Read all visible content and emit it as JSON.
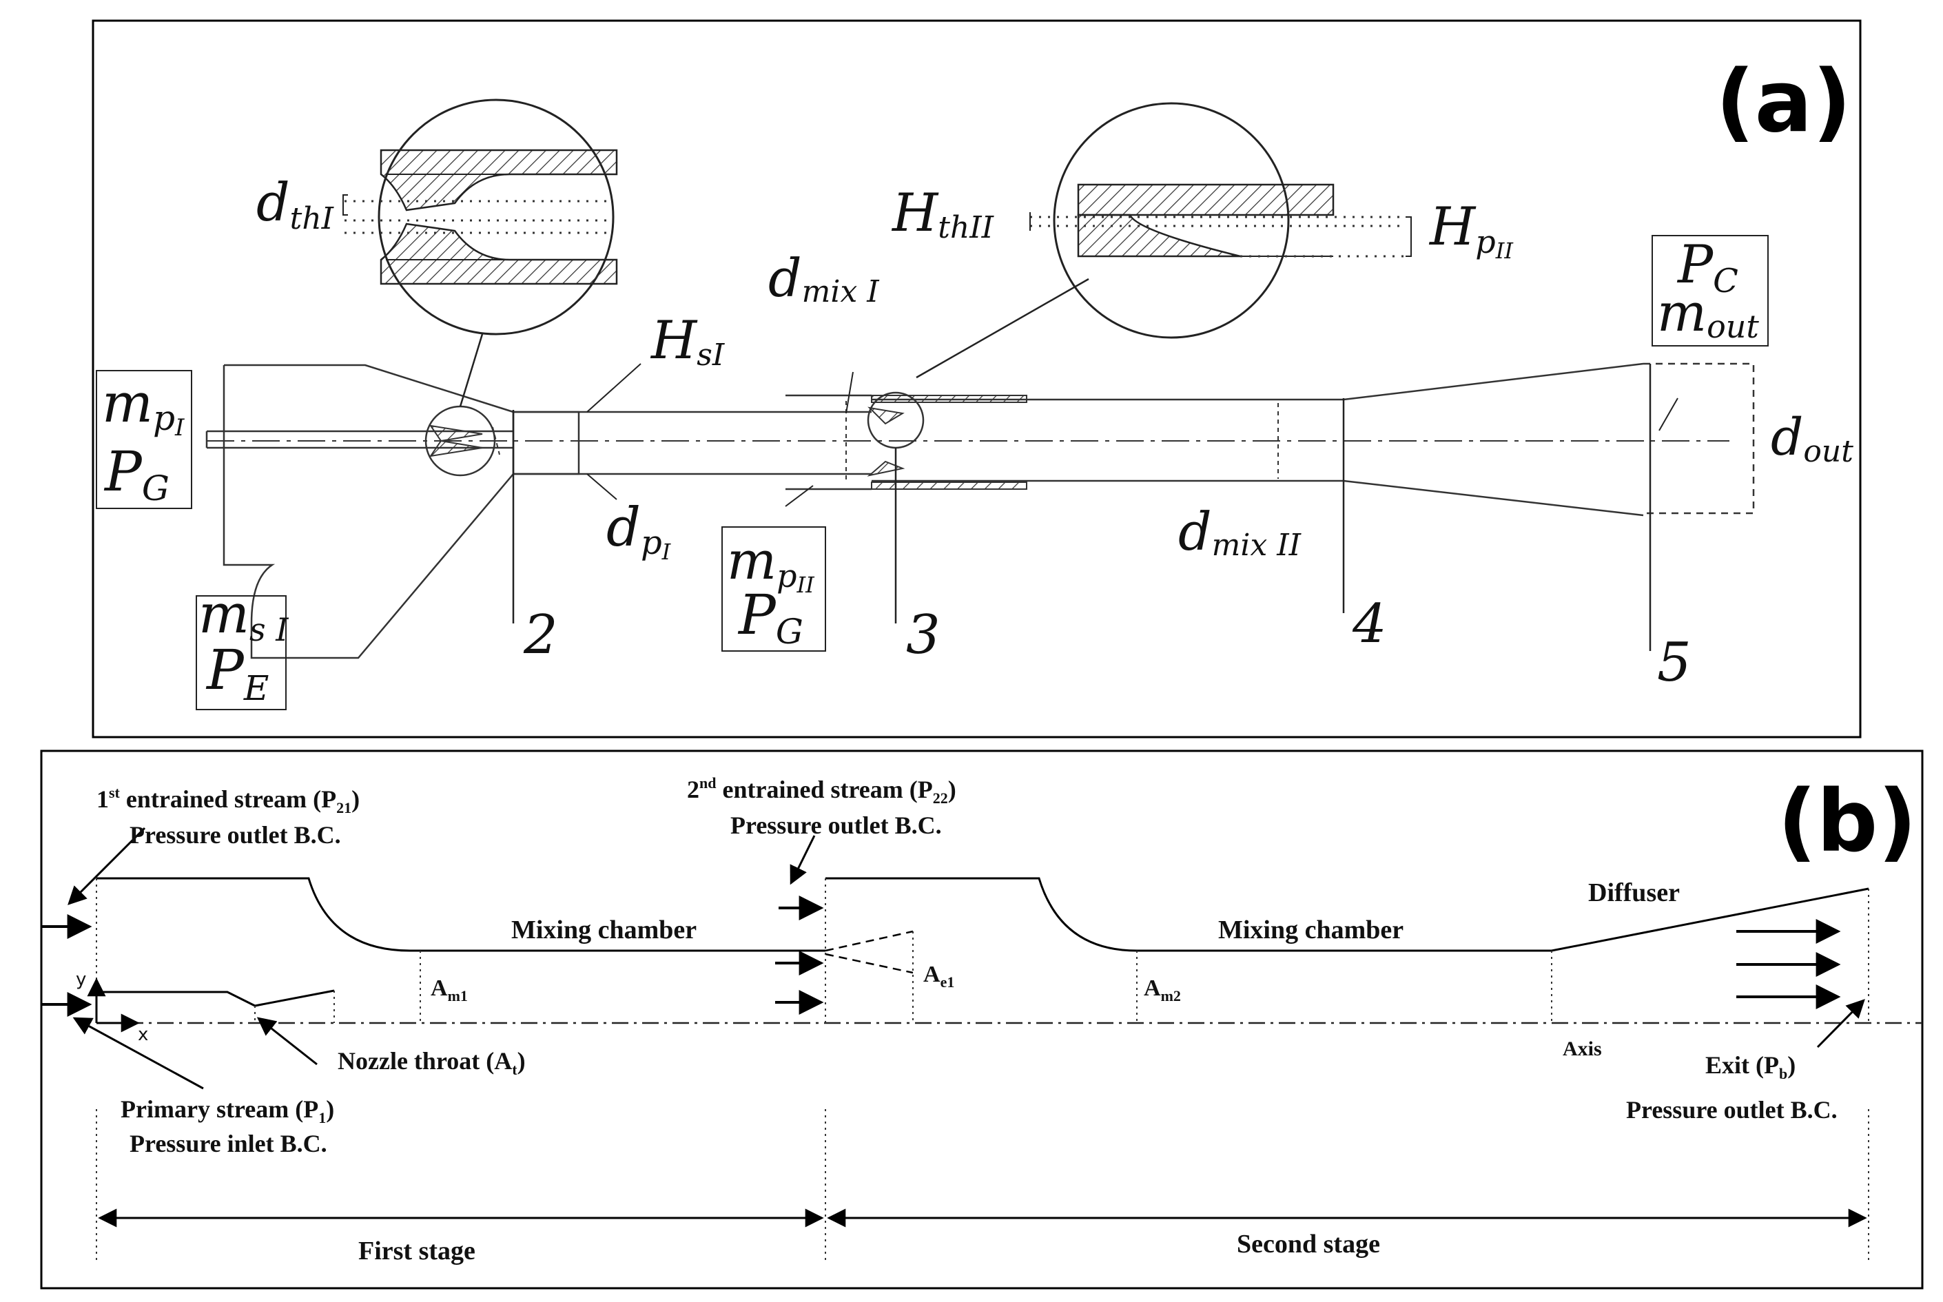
{
  "panel_a": {
    "label": "(a)",
    "labels": {
      "m_p1": {
        "base": "m",
        "sub": "p",
        "subsub": "I"
      },
      "p_g1": {
        "base": "P",
        "sub": "G"
      },
      "m_s1": {
        "base": "m",
        "sub": "s I"
      },
      "p_e": {
        "base": "P",
        "sub": "E"
      },
      "d_th1": {
        "base": "d",
        "sub": "thI"
      },
      "h_s1": {
        "base": "H",
        "sub": "sI"
      },
      "d_p1": {
        "base": "d",
        "sub": "p",
        "subsub": "I"
      },
      "d_mix1": {
        "base": "d",
        "sub": "mix I"
      },
      "m_p2": {
        "base": "m",
        "sub": "p",
        "subsub": "II"
      },
      "p_g2": {
        "base": "P",
        "sub": "G"
      },
      "h_th2": {
        "base": "H",
        "sub": "thII"
      },
      "h_p2": {
        "base": "H",
        "sub": "p",
        "subsub": "II"
      },
      "d_mix2": {
        "base": "d",
        "sub": "mix II"
      },
      "p_c": {
        "base": "P",
        "sub": "C"
      },
      "m_out": {
        "base": "m",
        "sub": "out"
      },
      "d_out": {
        "base": "d",
        "sub": "out"
      }
    },
    "stations": [
      "2",
      "3",
      "4",
      "5"
    ]
  },
  "panel_b": {
    "label": "(b)",
    "entrained1": {
      "prefix": "1",
      "sup": "st",
      "text": " entrained stream (P",
      "sub": "21",
      "close": ")",
      "line2": "Pressure outlet B.C."
    },
    "entrained2": {
      "prefix": "2",
      "sup": "nd",
      "text": " entrained stream (P",
      "sub": "22",
      "close": ")",
      "line2": "Pressure outlet B.C."
    },
    "mixing1": "Mixing chamber",
    "mixing2": "Mixing chamber",
    "diffuser": "Diffuser",
    "am1": {
      "base": "A",
      "sub": "m1"
    },
    "ae1": {
      "base": "A",
      "sub": "e1"
    },
    "am2": {
      "base": "A",
      "sub": "m2"
    },
    "y_axis": "y",
    "x_axis": "x",
    "nozzle_throat": {
      "text": "Nozzle throat (A",
      "sub": "t",
      "close": ")"
    },
    "primary": {
      "text": "Primary stream (P",
      "sub": "1",
      "close": ")",
      "line2": "Pressure inlet B.C."
    },
    "axis": "Axis",
    "exit": {
      "text": "Exit (P",
      "sub": "b",
      "close": ")",
      "line2": "Pressure outlet B.C."
    },
    "first_stage": "First stage",
    "second_stage": "Second stage"
  }
}
